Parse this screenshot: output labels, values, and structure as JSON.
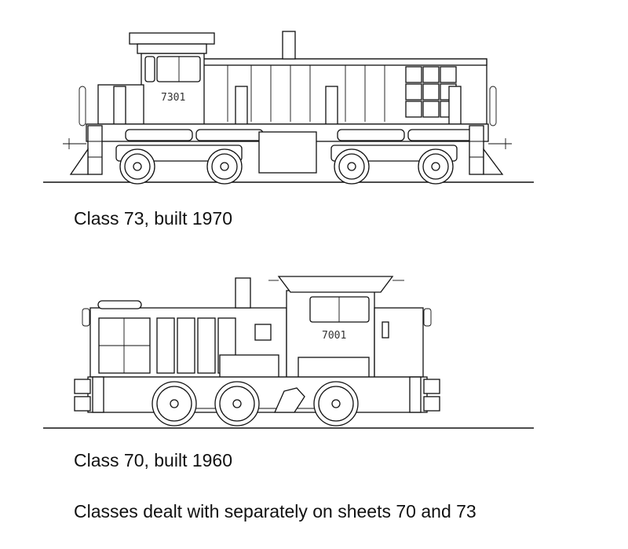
{
  "diagrams": [
    {
      "caption": "Class 73, built 1970",
      "number_plate": "7301"
    },
    {
      "caption": "Class 70, built 1960",
      "number_plate": "7001"
    }
  ],
  "note": "Classes dealt with separately on sheets 70 and 73"
}
